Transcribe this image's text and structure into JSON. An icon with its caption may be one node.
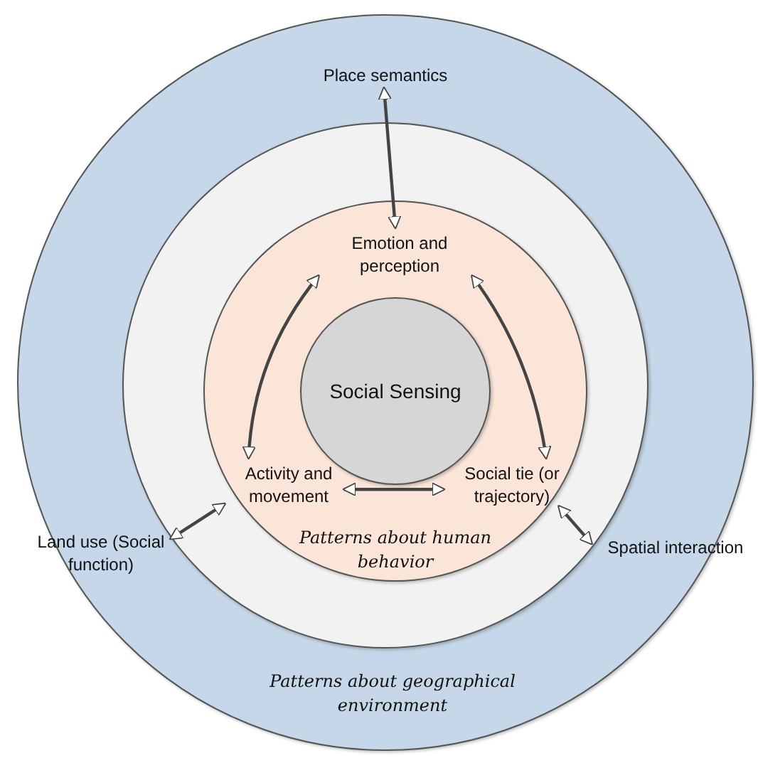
{
  "diagram": {
    "nodes": [
      {
        "text": [
          "Patterns about geographical environment"
        ]
      },
      {
        "text": [
          "Place semantics"
        ],
        "in": 0
      },
      {
        "text": [
          "Land use (Social function)"
        ],
        "in": 0
      },
      {
        "text": [
          "Spatial interaction"
        ],
        "in": 0
      },
      {
        "text": [],
        "shape": "circle",
        "in": 0
      },
      {
        "text": [
          "Patterns about human behavior"
        ],
        "in": 4
      },
      {
        "text": [
          "Emotion and perception"
        ],
        "in": 5
      },
      {
        "text": [
          "Activity and movement"
        ],
        "in": 5
      },
      {
        "text": [
          "Social tie (or trajectory)"
        ],
        "in": 5
      },
      {
        "text": [
          "Social Sensing"
        ],
        "in": 5
      }
    ],
    "edges": [
      {
        "from": 1,
        "to": 6,
        "arrow": "both"
      },
      {
        "from": 6,
        "to": 7,
        "arrow": "both"
      },
      {
        "from": 6,
        "to": 8,
        "arrow": "both"
      },
      {
        "from": 7,
        "to": 8,
        "arrow": "both"
      },
      {
        "from": 2,
        "to": 7,
        "arrow": "both"
      },
      {
        "from": 3,
        "to": 8,
        "arrow": "both"
      }
    ]
  }
}
